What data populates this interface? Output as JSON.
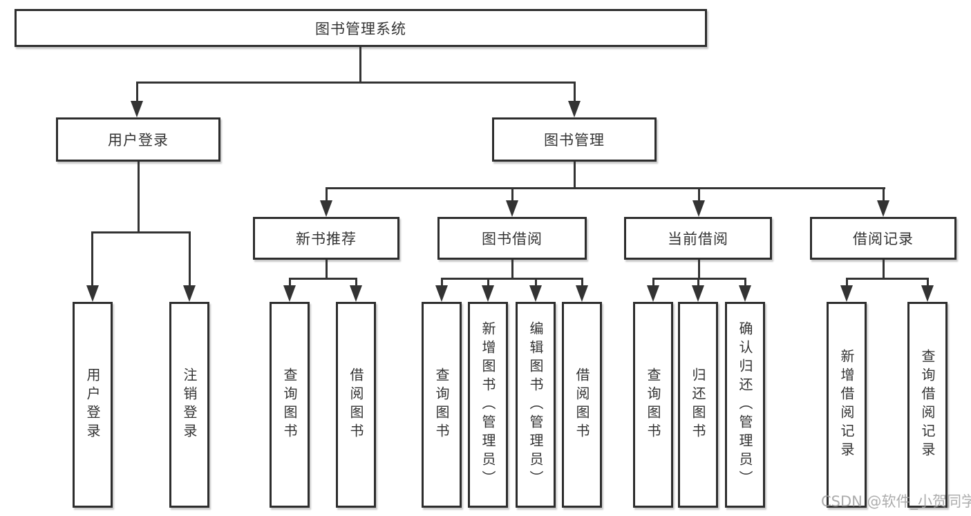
{
  "tree": {
    "root": {
      "label": "图书管理系统",
      "children": [
        {
          "label": "用户登录",
          "children": [
            {
              "label": "用户登录"
            },
            {
              "label": "注销登录"
            }
          ]
        },
        {
          "label": "图书管理",
          "children": [
            {
              "label": "新书推荐",
              "children": [
                {
                  "label": "查询图书"
                },
                {
                  "label": "借阅图书"
                }
              ]
            },
            {
              "label": "图书借阅",
              "children": [
                {
                  "label": "查询图书"
                },
                {
                  "label": "新增图书（管理员）"
                },
                {
                  "label": "编辑图书（管理员）"
                },
                {
                  "label": "借阅图书"
                }
              ]
            },
            {
              "label": "当前借阅",
              "children": [
                {
                  "label": "查询图书"
                },
                {
                  "label": "归还图书"
                },
                {
                  "label": "确认归还（管理员）"
                }
              ]
            },
            {
              "label": "借阅记录",
              "children": [
                {
                  "label": "新增借阅记录"
                },
                {
                  "label": "查询借阅记录"
                }
              ]
            }
          ]
        }
      ]
    }
  },
  "watermark": {
    "text": "CSDN @软件_小贺同学"
  },
  "colors": {
    "line": "#333333",
    "border": "#2d2d2d",
    "text": "#333333",
    "background": "#ffffff",
    "watermark": "#9e9e9e"
  }
}
